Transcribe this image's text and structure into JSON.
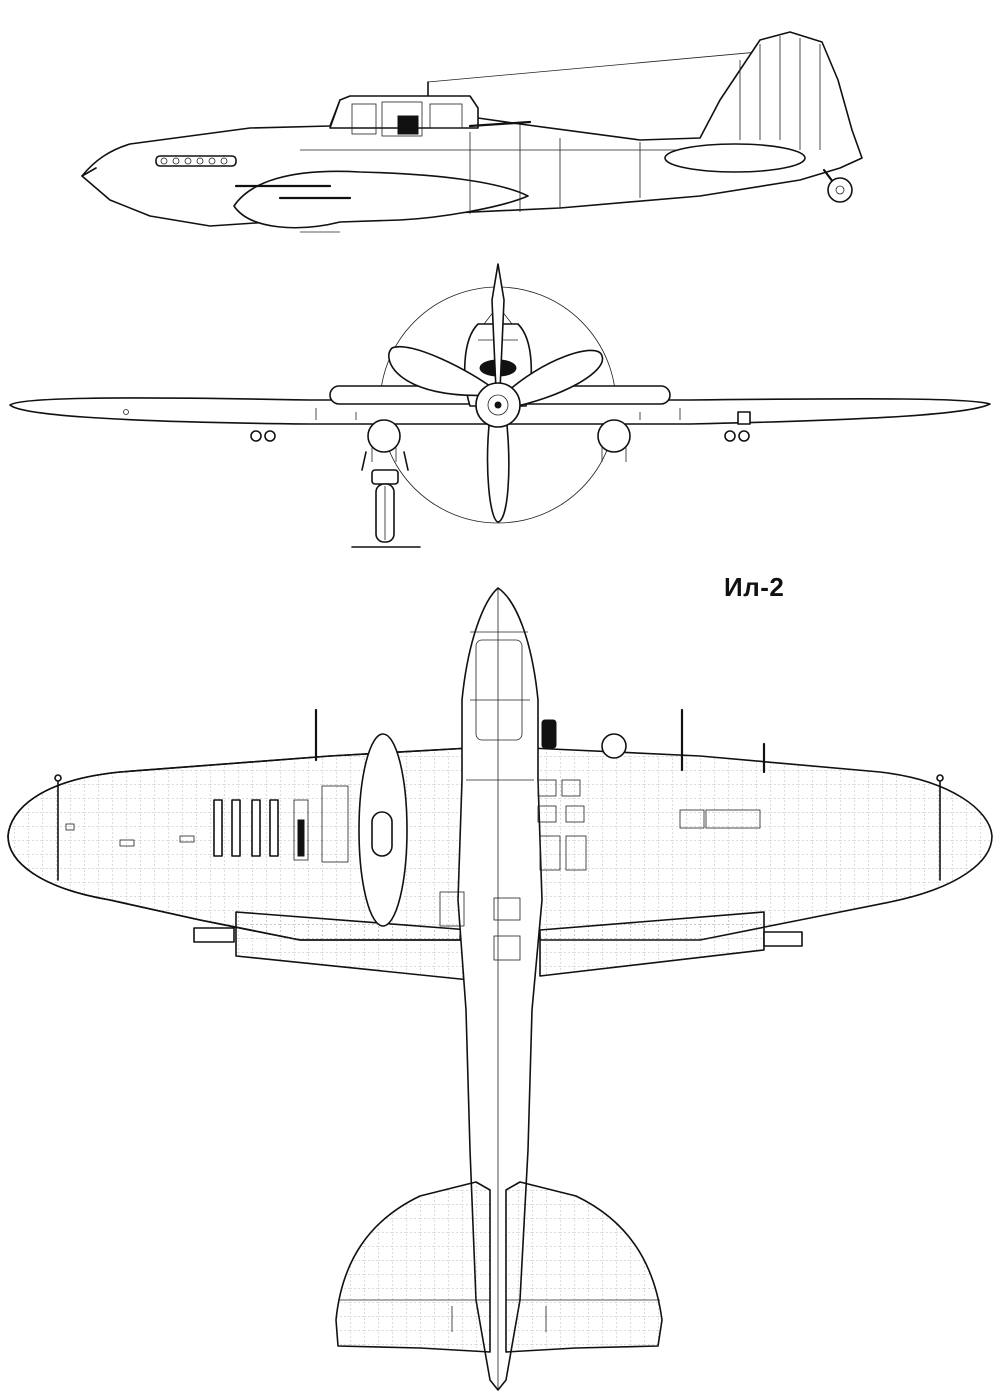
{
  "title": "Ил-2",
  "views": [
    {
      "name": "side-view"
    },
    {
      "name": "front-view"
    },
    {
      "name": "top-view"
    }
  ],
  "colors": {
    "line": "#111111",
    "background": "#ffffff"
  }
}
